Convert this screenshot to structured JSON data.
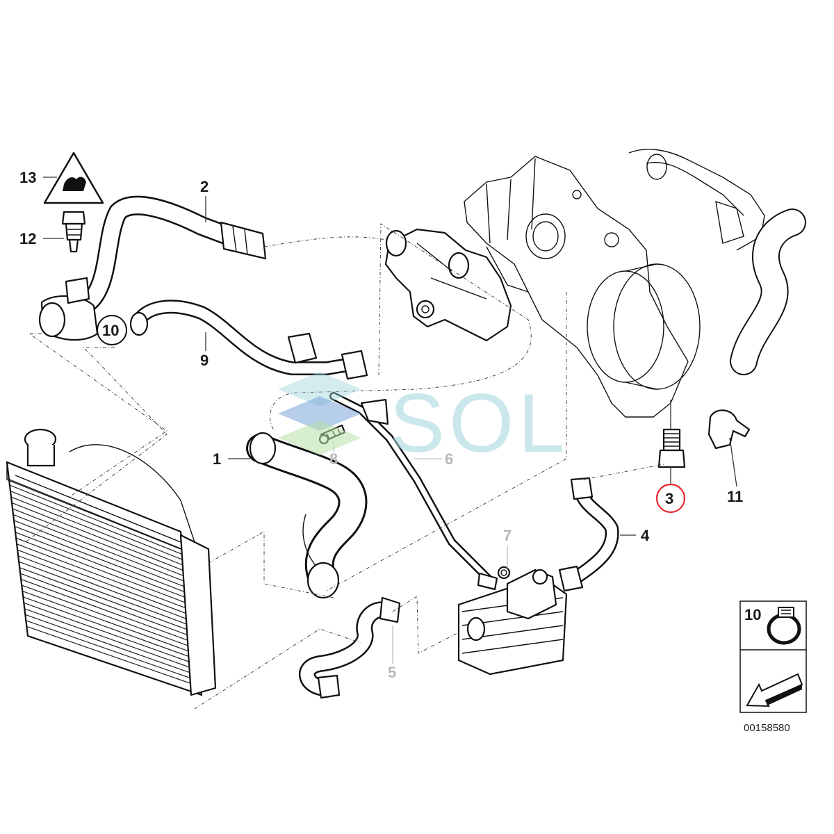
{
  "diagram": {
    "callouts": [
      {
        "id": "1",
        "label": "1"
      },
      {
        "id": "2",
        "label": "2"
      },
      {
        "id": "3",
        "label": "3"
      },
      {
        "id": "4",
        "label": "4"
      },
      {
        "id": "5",
        "label": "5"
      },
      {
        "id": "6",
        "label": "6"
      },
      {
        "id": "7",
        "label": "7"
      },
      {
        "id": "8",
        "label": "8"
      },
      {
        "id": "9",
        "label": "9"
      },
      {
        "id": "10",
        "label": "10"
      },
      {
        "id": "11",
        "label": "11"
      },
      {
        "id": "12",
        "label": "12"
      },
      {
        "id": "13",
        "label": "13"
      }
    ],
    "highlighted_callout": "3",
    "highlight_color": "#e8262b",
    "watermark": "SOL",
    "watermark_color": "#9fd4dd",
    "legend": {
      "clamp_label": "10"
    },
    "doc_number": "00158580"
  }
}
